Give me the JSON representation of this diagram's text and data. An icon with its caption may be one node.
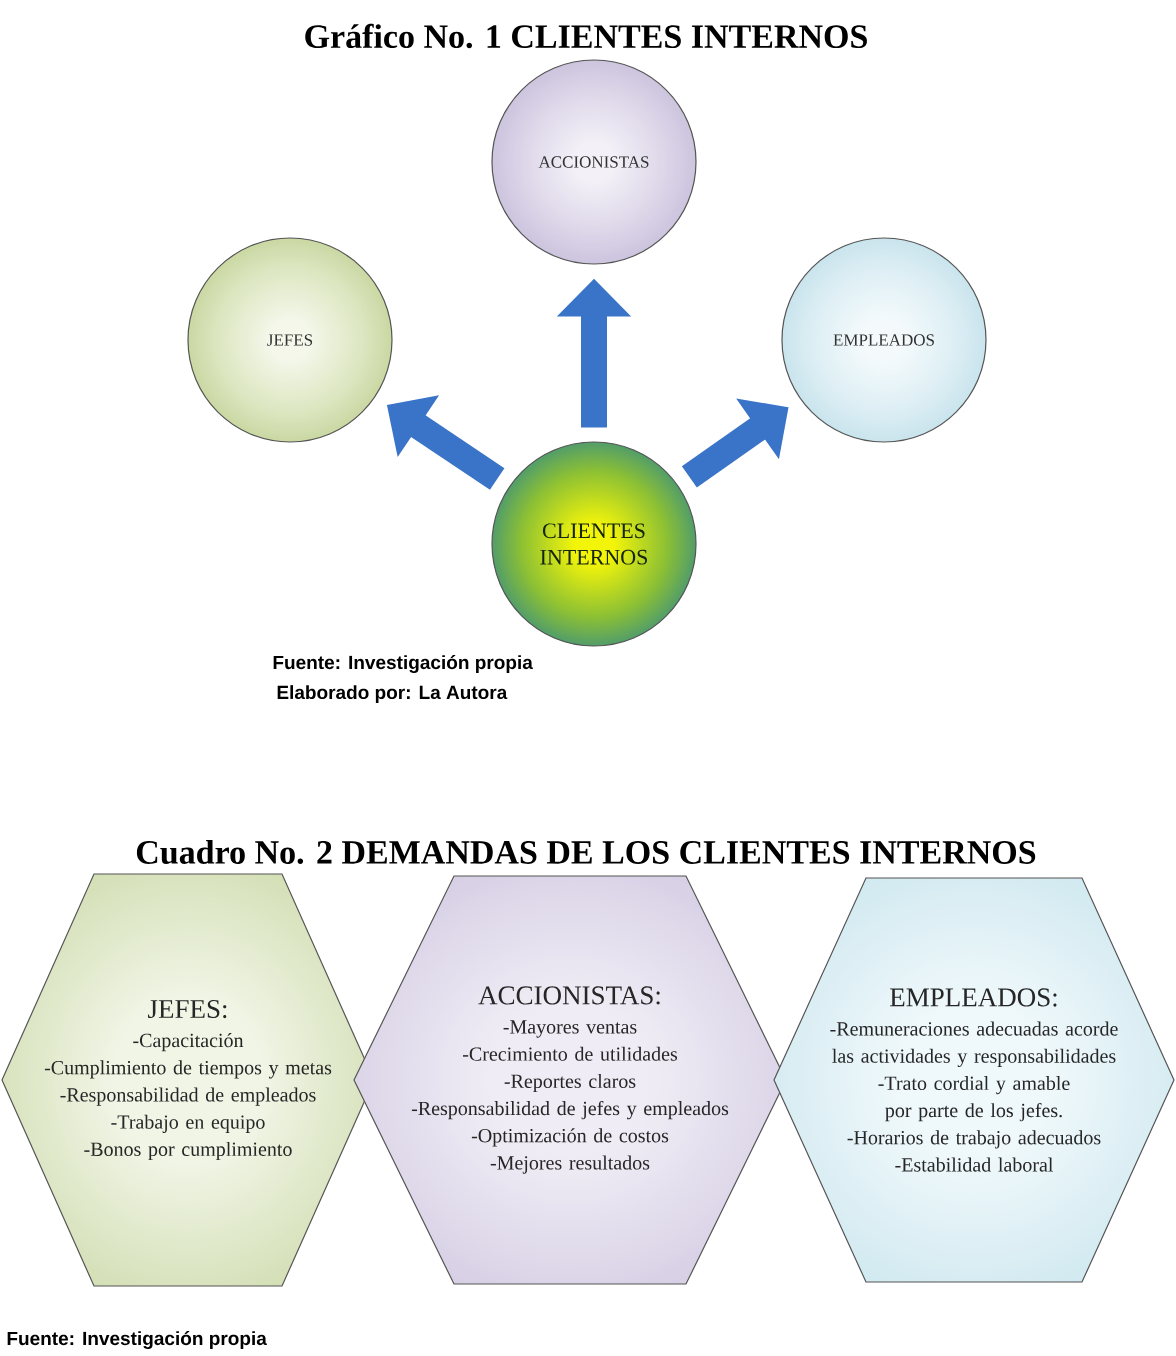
{
  "diagram": {
    "title": "Gráfico No. 1 CLIENTES INTERNOS",
    "nodes": [
      {
        "text": [
          "ACCIONISTAS"
        ]
      },
      {
        "text": [
          "JEFES"
        ]
      },
      {
        "text": [
          "EMPLEADOS"
        ]
      },
      {
        "text": [
          "CLIENTES INTERNOS"
        ]
      },
      {
        "text": [
          "JEFES:",
          "-Capacitación",
          "-Cumplimiento de tiempos y metas",
          "-Responsabilidad de empleados",
          "-Trabajo en equipo",
          "-Bonos por cumplimiento"
        ]
      },
      {
        "text": [
          "ACCIONISTAS:",
          "-Mayores ventas",
          "-Crecimiento de utilidades",
          "-Reportes claros",
          "-Responsabilidad de jefes y empleados",
          "-Optimización de costos",
          "-Mejores resultados"
        ]
      },
      {
        "text": [
          "EMPLEADOS:",
          "-Remuneraciones adecuadas acorde las actividades y responsabilidades",
          "-Trato cordial y amable por parte de los jefes.",
          "-Horarios de trabajo adecuados",
          "-Estabilidad laboral"
        ]
      }
    ],
    "edges": [
      {
        "from": 3,
        "to": 0,
        "arrow": "to"
      },
      {
        "from": 3,
        "to": 1,
        "arrow": "to"
      },
      {
        "from": 3,
        "to": 2,
        "arrow": "to"
      }
    ],
    "labels": [
      "Fuente: Investigación propia",
      "Elaborado por: La Autora",
      "Cuadro No. 2 DEMANDAS DE LOS CLIENTES INTERNOS",
      "Fuente: Investigación propia"
    ]
  }
}
